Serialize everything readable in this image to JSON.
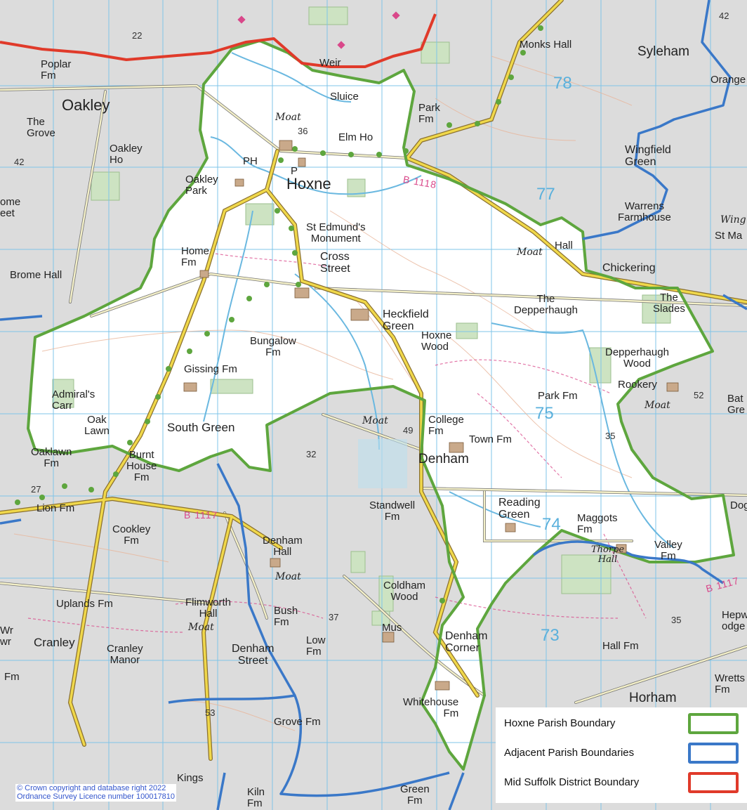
{
  "colors": {
    "hoxne_boundary": "#5ea63e",
    "adjacent_boundary": "#3a78c8",
    "district_boundary": "#e03a2a",
    "grid": "#7fc4e8",
    "road_b": "#f0d84a",
    "road_minor": "#f4f0c8",
    "river": "#6ab8e0",
    "woodland": "#cde3c2",
    "land_inside": "#ffffff",
    "land_outside": "#dcdcdc"
  },
  "legend": {
    "items": [
      {
        "label": "Hoxne Parish Boundary",
        "color": "#5ea63e"
      },
      {
        "label": "Adjacent Parish Boundaries",
        "color": "#3a78c8"
      },
      {
        "label": "Mid Suffolk District Boundary",
        "color": "#e03a2a"
      }
    ]
  },
  "copyright": {
    "line1": "© Crown copyright and database right 2022",
    "line2": "Ordnance Survey Licence number 100017810"
  },
  "labels": {
    "hoxne": "Hoxne",
    "oakley": "Oakley",
    "syleham": "Syleham",
    "monks_hall": "Monks Hall",
    "weir": "Weir",
    "sluice": "Sluice",
    "moat1": "Moat",
    "elm_ho": "Elm Ho",
    "park_fm": "Park\nFm",
    "oakley_ho": "Oakley\nHo",
    "poplar_fm": "Poplar\nFm",
    "the_grove": "The\nGrove",
    "oakley_park": "Oakley\nPark",
    "home_fm": "Home\nFm",
    "brome_hall": "Brome Hall",
    "st_edmunds": "St Edmund's\nMonument",
    "cross_street": "Cross\nStreet",
    "heckfield_green": "Heckfield\nGreen",
    "hoxne_wood": "Hoxne\nWood",
    "bungalow_fm": "Bungalow\nFm",
    "gissing_fm": "Gissing Fm",
    "admirals_carr": "Admiral's\nCarr",
    "oak_lawn": "Oak\nLawn",
    "south_green": "South Green",
    "oaklawn_fm": "Oaklawn\nFm",
    "burnt_house_fm": "Burnt\nHouse\nFm",
    "lion_fm": "Lion Fm",
    "wingfield_green": "Wingfield\nGreen",
    "warrens_farmhouse": "Warrens\nFarmhouse",
    "hall": "Hall",
    "moat2": "Moat",
    "chickering": "Chickering",
    "the_depperhaugh": "The\nDepperhaugh",
    "the_slades": "The\nSlades",
    "depperhaugh_wood": "Depperhaugh\nWood",
    "rookery": "Rookery",
    "park_fm2": "Park Fm",
    "college_fm": "College\nFm",
    "town_fm": "Town Fm",
    "moat3": "Moat",
    "denham": "Denham",
    "standwell_fm": "Standwell\nFm",
    "reading_green": "Reading\nGreen",
    "maggots_fm": "Maggots\nFm",
    "thorpe_hall": "Thorpe\nHall",
    "valley_fm": "Valley\nFm",
    "cookley_fm": "Cookley\nFm",
    "denham_hall": "Denham\nHall",
    "moat4": "Moat",
    "coldham_wood": "Coldham\nWood",
    "uplands_fm": "Uplands Fm",
    "flimworth_hall": "Flimworth\nHall",
    "moat5": "Moat",
    "bush_fm": "Bush\nFm",
    "mus": "Mus",
    "cranley": "Cranley",
    "cranley_manor": "Cranley\nManor",
    "denham_street": "Denham\nStreet",
    "low_fm": "Low\nFm",
    "denham_corner": "Denham\nCorner",
    "whitehouse_fm": "Whitehouse\nFm",
    "grove_fm": "Grove Fm",
    "kings": "Kings",
    "kiln_fm": "Kiln\nFm",
    "green_fm": "Green\nFm",
    "hall_fm": "Hall Fm",
    "horham": "Horham",
    "wretts_fm": "Wretts\nFm",
    "hepworth_lodge": "Hepw\nodge",
    "orange": "Orange",
    "ph": "PH",
    "p": "P",
    "b1118": "B 1118",
    "b1117a": "B 1117",
    "b1117b": "B 1117",
    "dog": "Dog",
    "wing": "Wing",
    "st_ma": "St Ma",
    "ome_eet": "ome\neet",
    "moat6": "Moat",
    "bat_gr": "Bat\nGre",
    "fm_left": "Fm",
    "wr": "Wr\nwr"
  },
  "spot_heights": [
    "22",
    "36",
    "42",
    "42",
    "49",
    "52",
    "35",
    "32",
    "27",
    "37",
    "35",
    "53"
  ],
  "grid_numbers": [
    "78",
    "77",
    "75",
    "74",
    "73"
  ]
}
